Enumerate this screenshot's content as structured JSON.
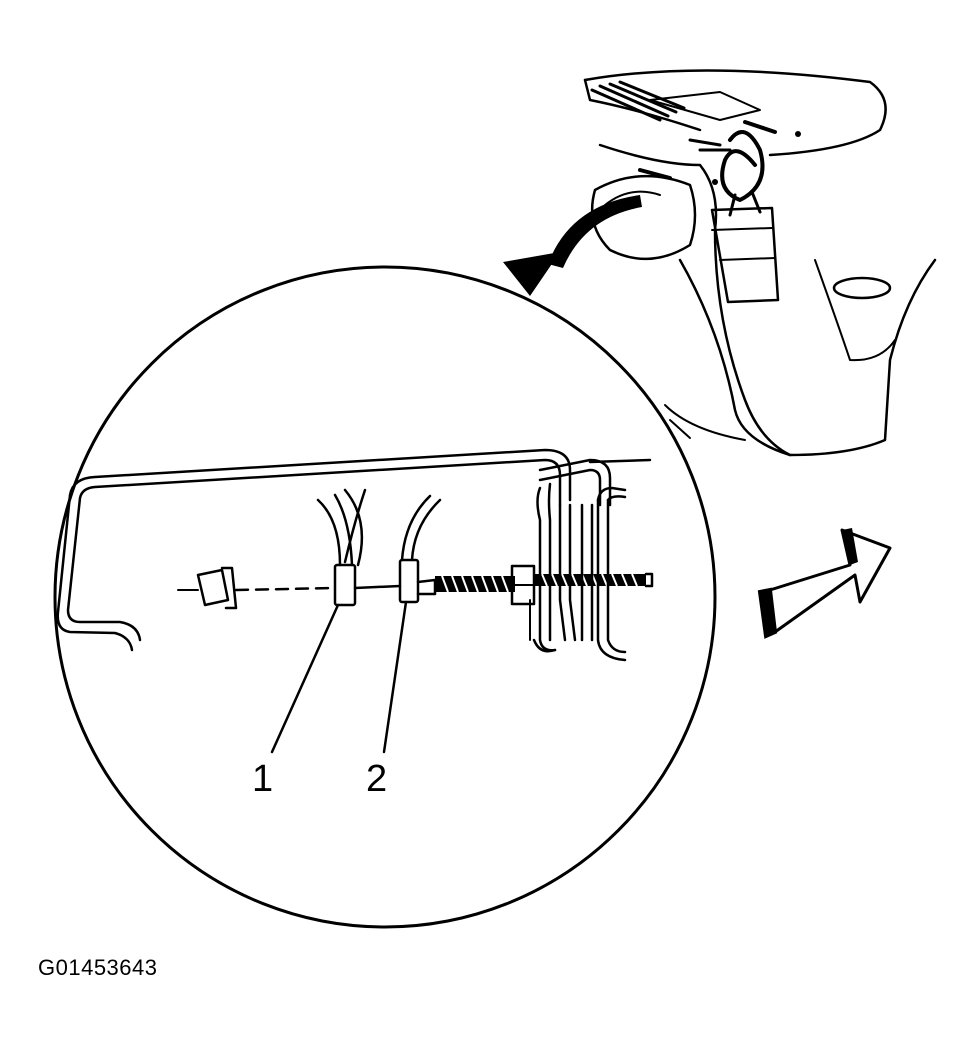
{
  "figure": {
    "id": "G01453643",
    "callouts": [
      {
        "number": "1"
      },
      {
        "number": "2"
      }
    ],
    "colors": {
      "ink": "#000000",
      "background": "#ffffff"
    },
    "icons": [
      "view-direction-arrow",
      "curved-pointer-arrow",
      "detail-magnifier-circle"
    ]
  }
}
